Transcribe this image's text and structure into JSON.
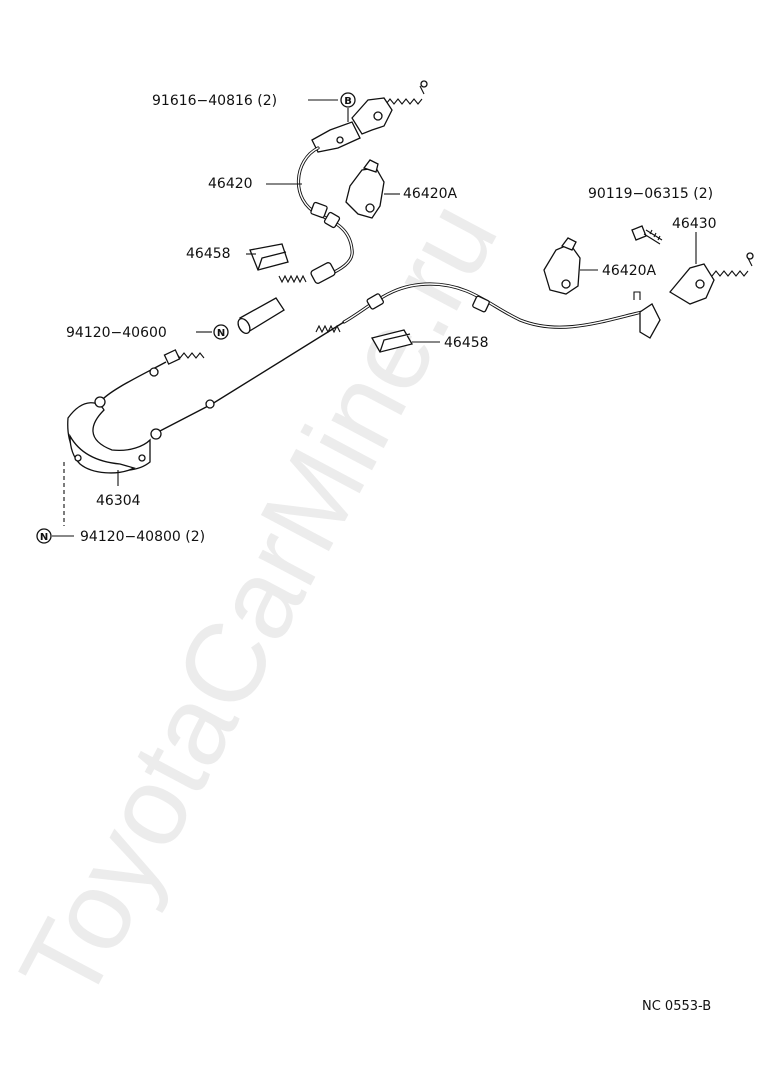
{
  "watermark": "ToyotaCarMine.ru",
  "diagram_code": "NC 0553-B",
  "symbols": {
    "bolt": "B",
    "nut": "N"
  },
  "labels": [
    {
      "id": "bolt-91616",
      "text": "91616−40816 (2)"
    },
    {
      "id": "cable-46420",
      "text": "46420"
    },
    {
      "id": "bracket-46420a-1",
      "text": "46420A"
    },
    {
      "id": "clip-46458-1",
      "text": "46458"
    },
    {
      "id": "nut-94120-40600",
      "text": "94120−40600"
    },
    {
      "id": "bolt-90119",
      "text": "90119−06315 (2)"
    },
    {
      "id": "cable-46430",
      "text": "46430"
    },
    {
      "id": "bracket-46420a-2",
      "text": "46420A"
    },
    {
      "id": "clip-46458-2",
      "text": "46458"
    },
    {
      "id": "guide-46304",
      "text": "46304"
    },
    {
      "id": "nut-94120-40800",
      "text": "94120−40800 (2)"
    }
  ]
}
